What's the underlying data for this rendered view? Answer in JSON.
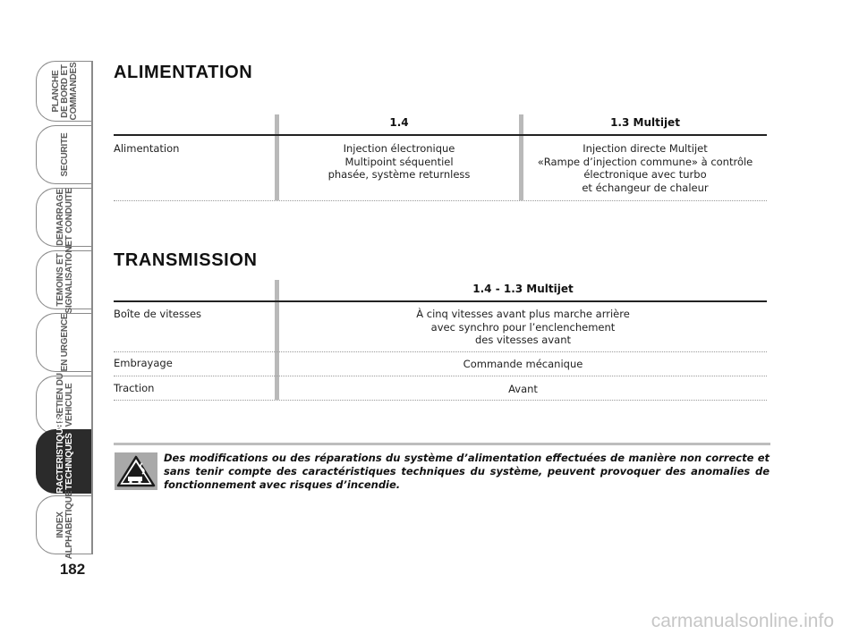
{
  "sidebar": {
    "tabs": [
      {
        "label": "PLANCHE\nDE BORD ET\nCOMMANDES",
        "active": false
      },
      {
        "label": "SECURITE",
        "active": false
      },
      {
        "label": "DEMARRAGE\nET CONDUITE",
        "active": false
      },
      {
        "label": "TEMOINS ET\nSIGNALISATION",
        "active": false
      },
      {
        "label": "EN URGENCE",
        "active": false
      },
      {
        "label": "ENTRETIEN DU\nVEHICULE",
        "active": false
      },
      {
        "label": "CARACTERISTIQUES\nTECHNIQUES",
        "active": true
      },
      {
        "label": "INDEX\nALPHABETIQUE",
        "active": false
      }
    ],
    "page_number": "182"
  },
  "alimentation": {
    "title": "ALIMENTATION",
    "col1_header": "1.4",
    "col2_header": "1.3 Multijet",
    "row_label": "Alimentation",
    "col1_value": "Injection électronique\nMultipoint séquentiel\nphasée, système returnless",
    "col2_value": "Injection directe Multijet\n«Rampe d’injection commune» à contrôle\nélectronique avec turbo\net échangeur de chaleur"
  },
  "transmission": {
    "title": "TRANSMISSION",
    "col_header": "1.4 - 1.3 Multijet",
    "rows": [
      {
        "label": "Boîte de vitesses",
        "value": "À cinq vitesses avant plus marche arrière\navec synchro pour l’enclenchement\ndes vitesses avant"
      },
      {
        "label": "Embrayage",
        "value": "Commande mécanique"
      },
      {
        "label": "Traction",
        "value": "Avant"
      }
    ]
  },
  "warning": {
    "icon": "warning-triangle-icon",
    "text": "Des modifications ou des réparations du système d’alimentation effectuées de manière non correcte et sans tenir compte des caractéristiques techniques du système, peuvent provoquer des anomalies de fonctionnement avec risques d’incendie."
  },
  "watermark": "carmanualsonline.info"
}
